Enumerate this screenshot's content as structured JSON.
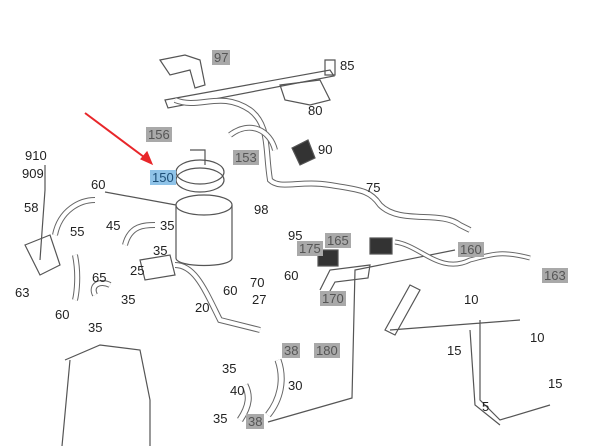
{
  "diagram": {
    "colors": {
      "arrow": "#e8262a",
      "highlight": "#a9a9a9",
      "selected": "#8fc3e8",
      "line": "#555555"
    },
    "selected_part": "150",
    "labels": [
      {
        "id": "97",
        "style": "highlight"
      },
      {
        "id": "85",
        "style": "plain"
      },
      {
        "id": "80",
        "style": "plain"
      },
      {
        "id": "156",
        "style": "highlight"
      },
      {
        "id": "153",
        "style": "highlight"
      },
      {
        "id": "90",
        "style": "plain"
      },
      {
        "id": "910",
        "style": "plain"
      },
      {
        "id": "909",
        "style": "plain"
      },
      {
        "id": "150",
        "style": "selected"
      },
      {
        "id": "60",
        "style": "plain"
      },
      {
        "id": "75",
        "style": "plain"
      },
      {
        "id": "58",
        "style": "plain"
      },
      {
        "id": "98",
        "style": "plain"
      },
      {
        "id": "45",
        "style": "plain"
      },
      {
        "id": "55",
        "style": "plain"
      },
      {
        "id": "35",
        "style": "plain"
      },
      {
        "id": "95",
        "style": "plain"
      },
      {
        "id": "165",
        "style": "highlight"
      },
      {
        "id": "175",
        "style": "highlight"
      },
      {
        "id": "160",
        "style": "highlight"
      },
      {
        "id": "35",
        "style": "plain"
      },
      {
        "id": "25",
        "style": "plain"
      },
      {
        "id": "65",
        "style": "plain"
      },
      {
        "id": "70",
        "style": "plain"
      },
      {
        "id": "60",
        "style": "plain"
      },
      {
        "id": "163",
        "style": "highlight"
      },
      {
        "id": "63",
        "style": "plain"
      },
      {
        "id": "35",
        "style": "plain"
      },
      {
        "id": "60",
        "style": "plain"
      },
      {
        "id": "27",
        "style": "plain"
      },
      {
        "id": "170",
        "style": "highlight"
      },
      {
        "id": "10",
        "style": "plain"
      },
      {
        "id": "20",
        "style": "plain"
      },
      {
        "id": "60",
        "style": "plain"
      },
      {
        "id": "35",
        "style": "plain"
      },
      {
        "id": "10",
        "style": "plain"
      },
      {
        "id": "38",
        "style": "highlight"
      },
      {
        "id": "180",
        "style": "highlight"
      },
      {
        "id": "15",
        "style": "plain"
      },
      {
        "id": "35",
        "style": "plain"
      },
      {
        "id": "30",
        "style": "plain"
      },
      {
        "id": "40",
        "style": "plain"
      },
      {
        "id": "15",
        "style": "plain"
      },
      {
        "id": "5",
        "style": "plain"
      },
      {
        "id": "35",
        "style": "plain"
      },
      {
        "id": "38",
        "style": "highlight"
      }
    ]
  }
}
